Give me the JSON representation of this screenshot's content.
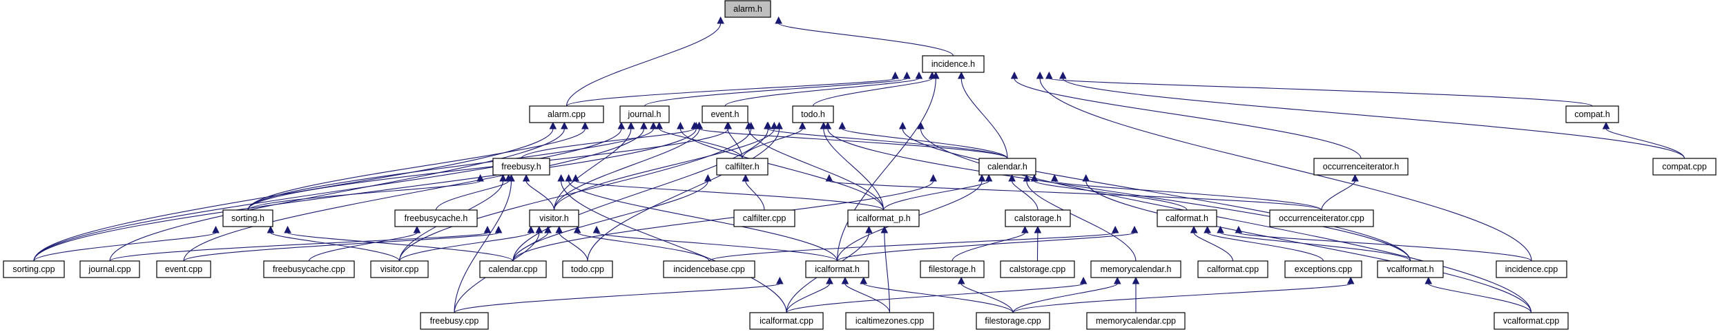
{
  "graph": {
    "title": "alarm.h",
    "type": "include dependency graph",
    "colors": {
      "edge": "#191970",
      "node_border": "#000000",
      "node_fill": "#ffffff",
      "focus_fill": "#bfbfbf"
    },
    "nodes": [
      {
        "id": "alarm_h",
        "label": "alarm.h",
        "focus": true
      },
      {
        "id": "incidence_h",
        "label": "incidence.h"
      },
      {
        "id": "alarm_cpp",
        "label": "alarm.cpp"
      },
      {
        "id": "journal_h",
        "label": "journal.h"
      },
      {
        "id": "event_h",
        "label": "event.h"
      },
      {
        "id": "todo_h",
        "label": "todo.h"
      },
      {
        "id": "compat_h",
        "label": "compat.h"
      },
      {
        "id": "compat_cpp",
        "label": "compat.cpp"
      },
      {
        "id": "freebusy_h",
        "label": "freebusy.h"
      },
      {
        "id": "calfilter_h",
        "label": "calfilter.h"
      },
      {
        "id": "calendar_h",
        "label": "calendar.h"
      },
      {
        "id": "occurrenceiterator_h",
        "label": "occurrenceiterator.h"
      },
      {
        "id": "sorting_h",
        "label": "sorting.h"
      },
      {
        "id": "freebusycache_h",
        "label": "freebusycache.h"
      },
      {
        "id": "visitor_h",
        "label": "visitor.h"
      },
      {
        "id": "calfilter_cpp",
        "label": "calfilter.cpp"
      },
      {
        "id": "icalformat_p_h",
        "label": "icalformat_p.h"
      },
      {
        "id": "calstorage_h",
        "label": "calstorage.h"
      },
      {
        "id": "calformat_h",
        "label": "calformat.h"
      },
      {
        "id": "occurrenceiterator_cpp",
        "label": "occurrenceiterator.cpp"
      },
      {
        "id": "sorting_cpp",
        "label": "sorting.cpp"
      },
      {
        "id": "journal_cpp",
        "label": "journal.cpp"
      },
      {
        "id": "event_cpp",
        "label": "event.cpp"
      },
      {
        "id": "freebusycache_cpp",
        "label": "freebusycache.cpp"
      },
      {
        "id": "visitor_cpp",
        "label": "visitor.cpp"
      },
      {
        "id": "calendar_cpp",
        "label": "calendar.cpp"
      },
      {
        "id": "todo_cpp",
        "label": "todo.cpp"
      },
      {
        "id": "incidencebase_cpp",
        "label": "incidencebase.cpp"
      },
      {
        "id": "icalformat_h",
        "label": "icalformat.h"
      },
      {
        "id": "filestorage_h",
        "label": "filestorage.h"
      },
      {
        "id": "calstorage_cpp",
        "label": "calstorage.cpp"
      },
      {
        "id": "memorycalendar_h",
        "label": "memorycalendar.h"
      },
      {
        "id": "calformat_cpp",
        "label": "calformat.cpp"
      },
      {
        "id": "exceptions_cpp",
        "label": "exceptions.cpp"
      },
      {
        "id": "vcalformat_h",
        "label": "vcalformat.h"
      },
      {
        "id": "incidence_cpp",
        "label": "incidence.cpp"
      },
      {
        "id": "freebusy_cpp",
        "label": "freebusy.cpp"
      },
      {
        "id": "icalformat_cpp",
        "label": "icalformat.cpp"
      },
      {
        "id": "icaltimezones_cpp",
        "label": "icaltimezones.cpp"
      },
      {
        "id": "filestorage_cpp",
        "label": "filestorage.cpp"
      },
      {
        "id": "memorycalendar_cpp",
        "label": "memorycalendar.cpp"
      },
      {
        "id": "vcalformat_cpp",
        "label": "vcalformat.cpp"
      }
    ],
    "edges": [
      [
        "alarm_cpp",
        "alarm_h"
      ],
      [
        "incidence_h",
        "alarm_h"
      ],
      [
        "alarm_cpp",
        "incidence_h"
      ],
      [
        "journal_h",
        "incidence_h"
      ],
      [
        "event_h",
        "incidence_h"
      ],
      [
        "todo_h",
        "incidence_h"
      ],
      [
        "compat_h",
        "incidence_h"
      ],
      [
        "compat_cpp",
        "incidence_h"
      ],
      [
        "calendar_h",
        "incidence_h"
      ],
      [
        "occurrenceiterator_h",
        "incidence_h"
      ],
      [
        "icalformat_h",
        "incidence_h"
      ],
      [
        "incidence_cpp",
        "incidence_h"
      ],
      [
        "compat_cpp",
        "compat_h"
      ],
      [
        "calfilter_h",
        "journal_h"
      ],
      [
        "calendar_h",
        "journal_h"
      ],
      [
        "icalformat_p_h",
        "journal_h"
      ],
      [
        "sorting_h",
        "journal_h"
      ],
      [
        "visitor_h",
        "journal_h"
      ],
      [
        "journal_cpp",
        "journal_h"
      ],
      [
        "sorting_cpp",
        "journal_h"
      ],
      [
        "calfilter_h",
        "event_h"
      ],
      [
        "calendar_h",
        "event_h"
      ],
      [
        "icalformat_p_h",
        "event_h"
      ],
      [
        "sorting_h",
        "event_h"
      ],
      [
        "visitor_h",
        "event_h"
      ],
      [
        "event_cpp",
        "event_h"
      ],
      [
        "freebusy_h",
        "event_h"
      ],
      [
        "sorting_cpp",
        "event_h"
      ],
      [
        "vcalformat_h",
        "event_h"
      ],
      [
        "calfilter_h",
        "todo_h"
      ],
      [
        "calendar_h",
        "todo_h"
      ],
      [
        "icalformat_p_h",
        "todo_h"
      ],
      [
        "sorting_h",
        "todo_h"
      ],
      [
        "visitor_h",
        "todo_h"
      ],
      [
        "todo_cpp",
        "todo_h"
      ],
      [
        "sorting_cpp",
        "todo_h"
      ],
      [
        "vcalformat_h",
        "todo_h"
      ],
      [
        "vcalformat_cpp",
        "todo_h"
      ],
      [
        "visitor_cpp",
        "todo_h"
      ],
      [
        "calendar_cpp",
        "todo_h"
      ],
      [
        "calfilter_cpp",
        "calfilter_h"
      ],
      [
        "calendar_cpp",
        "calfilter_h"
      ],
      [
        "occurrenceiterator_cpp",
        "calfilter_h"
      ],
      [
        "icalformat_p_h",
        "calendar_h"
      ],
      [
        "calstorage_h",
        "calendar_h"
      ],
      [
        "calformat_h",
        "calendar_h"
      ],
      [
        "memorycalendar_h",
        "calendar_h"
      ],
      [
        "occurrenceiterator_cpp",
        "calendar_h"
      ],
      [
        "calendar_cpp",
        "calendar_h"
      ],
      [
        "vcalformat_cpp",
        "calendar_h"
      ],
      [
        "icalformat_h",
        "calendar_h"
      ],
      [
        "occurrenceiterator_cpp",
        "occurrenceiterator_h"
      ],
      [
        "sorting_cpp",
        "sorting_h"
      ],
      [
        "visitor_cpp",
        "sorting_h"
      ],
      [
        "calendar_cpp",
        "sorting_h"
      ],
      [
        "freebusycache_h",
        "freebusy_h"
      ],
      [
        "visitor_h",
        "freebusy_h"
      ],
      [
        "sorting_h",
        "freebusy_h"
      ],
      [
        "icalformat_p_h",
        "freebusy_h"
      ],
      [
        "icalformat_h",
        "freebusy_h"
      ],
      [
        "freebusy_cpp",
        "freebusy_h"
      ],
      [
        "visitor_cpp",
        "freebusy_h"
      ],
      [
        "icalformat_cpp",
        "freebusy_h"
      ],
      [
        "freebusycache_cpp",
        "freebusycache_h"
      ],
      [
        "calendar_cpp",
        "visitor_h"
      ],
      [
        "todo_cpp",
        "visitor_h"
      ],
      [
        "incidencebase_cpp",
        "visitor_h"
      ],
      [
        "visitor_cpp",
        "visitor_h"
      ],
      [
        "journal_cpp",
        "visitor_h"
      ],
      [
        "event_cpp",
        "visitor_h"
      ],
      [
        "freebusy_cpp",
        "visitor_h"
      ],
      [
        "icalformat_h",
        "visitor_h"
      ],
      [
        "icalformat_cpp",
        "icalformat_p_h"
      ],
      [
        "icaltimezones_cpp",
        "icalformat_p_h"
      ],
      [
        "filestorage_h",
        "calstorage_h"
      ],
      [
        "calstorage_cpp",
        "calstorage_h"
      ],
      [
        "calformat_cpp",
        "calformat_h"
      ],
      [
        "exceptions_cpp",
        "calformat_h"
      ],
      [
        "vcalformat_h",
        "calformat_h"
      ],
      [
        "icalformat_h",
        "calformat_h"
      ],
      [
        "incidence_cpp",
        "calformat_h"
      ],
      [
        "incidencebase_cpp",
        "calformat_h"
      ],
      [
        "icalformat_cpp",
        "icalformat_h"
      ],
      [
        "icaltimezones_cpp",
        "icalformat_h"
      ],
      [
        "filestorage_cpp",
        "icalformat_h"
      ],
      [
        "freebusy_cpp",
        "icalformat_h"
      ],
      [
        "filestorage_cpp",
        "filestorage_h"
      ],
      [
        "filestorage_cpp",
        "memorycalendar_h"
      ],
      [
        "memorycalendar_cpp",
        "memorycalendar_h"
      ],
      [
        "icalformat_cpp",
        "memorycalendar_h"
      ],
      [
        "vcalformat_cpp",
        "vcalformat_h"
      ],
      [
        "filestorage_cpp",
        "vcalformat_h"
      ]
    ]
  }
}
